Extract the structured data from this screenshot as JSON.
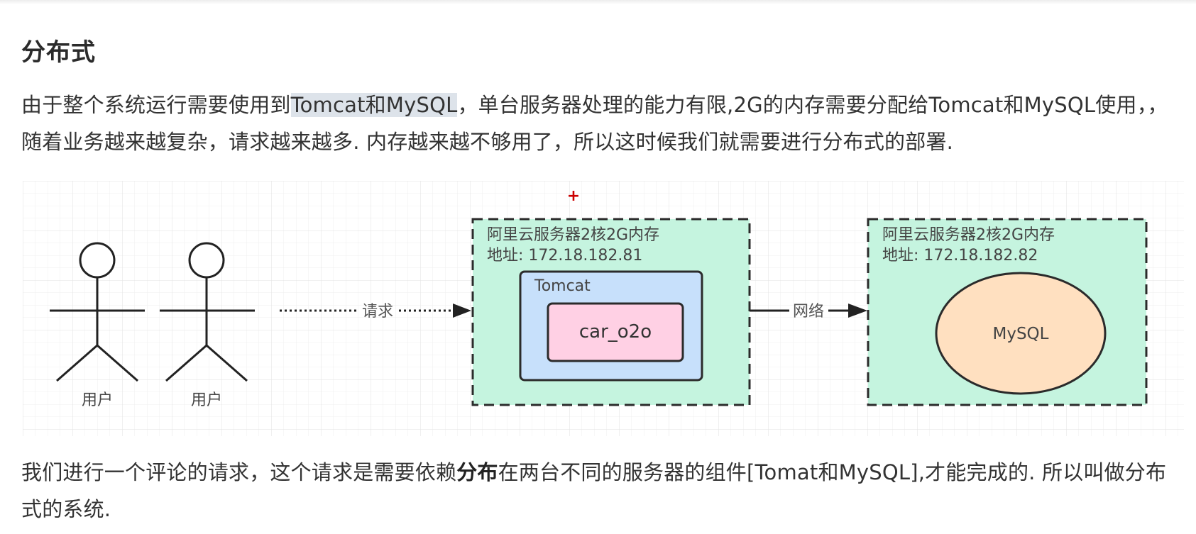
{
  "heading": "分布式",
  "paragraph1": {
    "before": "由于整个系统运行需要使用到",
    "highlight": "Tomcat和MySQL",
    "after": "，单台服务器处理的能力有限,2G的内存需要分配给Tomcat和MySQL使用，，随着业务越来越复杂，请求越来越多. 内存越来越不够用了，所以这时候我们就需要进行分布式的部署."
  },
  "diagram": {
    "users": [
      "用户",
      "用户"
    ],
    "request_label": "请求",
    "network_label": "网络",
    "server1": {
      "line1": "阿里云服务器2核2G内存",
      "line2": "地址: 172.18.182.81",
      "container_label": "Tomcat",
      "app_label": "car_o2o"
    },
    "server2": {
      "line1": "阿里云服务器2核2G内存",
      "line2": "地址: 172.18.182.82",
      "db_label": "MySQL"
    },
    "colors": {
      "server_fill": "#c5f4df",
      "tomcat_fill": "#c7e0fb",
      "app_fill": "#ffd0e4",
      "db_fill": "#ffe0c0",
      "grid": "#e8e8e8",
      "marker": "#cc0000"
    }
  },
  "paragraph2": {
    "before": "我们进行一个评论的请求，这个请求是需要依赖",
    "bold": "分布",
    "after": "在两台不同的服务器的组件[Tomat和MySQL],才能完成的. 所以叫做分布式的系统."
  }
}
